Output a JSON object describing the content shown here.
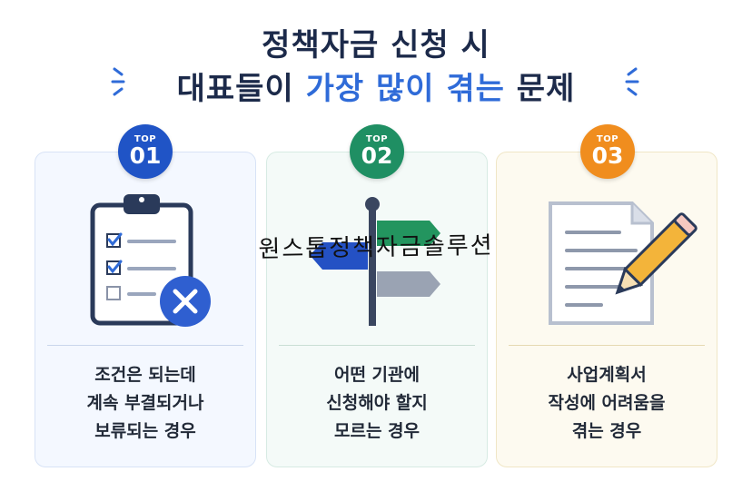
{
  "title": {
    "line1": "정책자금 신청 시",
    "line2_prefix": "대표들이 ",
    "line2_accent": "가장 많이 겪는",
    "line2_suffix": " 문제"
  },
  "colors": {
    "navy": "#1c2a4a",
    "accent_blue": "#2f6bd8",
    "badge_blue": "#2054c6",
    "badge_green": "#1f8f63",
    "badge_orange": "#f08d1e"
  },
  "cards": [
    {
      "badge_top": "TOP",
      "badge_num": "01",
      "icon": "clipboard-checklist-icon",
      "lines": [
        "조건은 되는데",
        "계속 부결되거나",
        "보류되는 경우"
      ]
    },
    {
      "badge_top": "TOP",
      "badge_num": "02",
      "icon": "signpost-icon",
      "lines": [
        "어떤 기관에",
        "신청해야 할지",
        "모르는 경우"
      ]
    },
    {
      "badge_top": "TOP",
      "badge_num": "03",
      "icon": "document-pencil-icon",
      "lines": [
        "사업계획서",
        "작성에 어려움을",
        "겪는 경우"
      ]
    }
  ],
  "watermark": "원스톱정책자금솔루션"
}
